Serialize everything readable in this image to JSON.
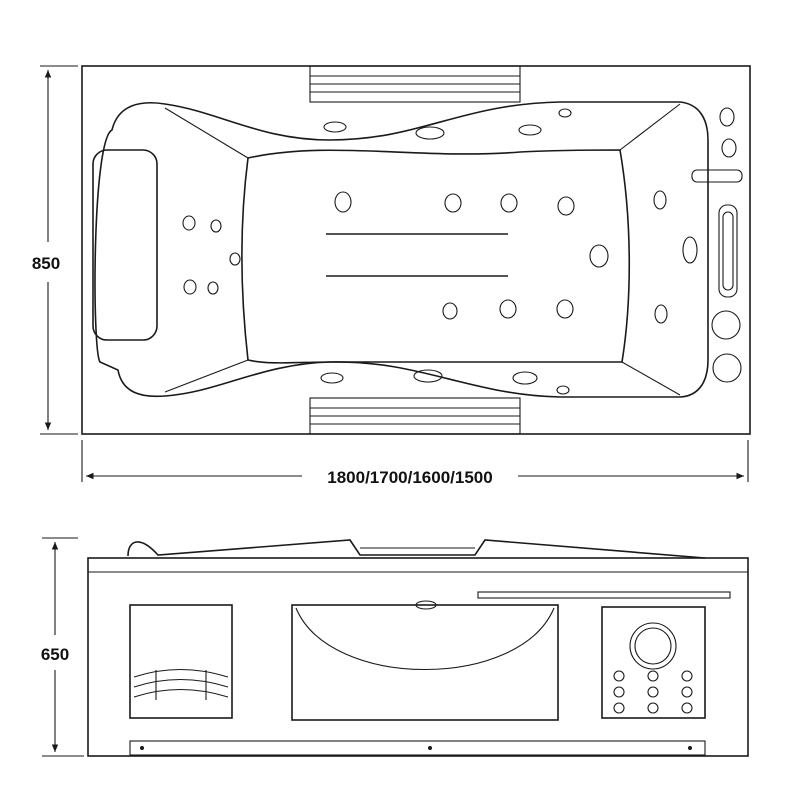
{
  "drawing": {
    "top_view": {
      "width_dimension": "850",
      "length_dimension": "1800/1700/1600/1500"
    },
    "side_view": {
      "height_dimension": "650"
    },
    "line_color": "#1a1a1a"
  }
}
